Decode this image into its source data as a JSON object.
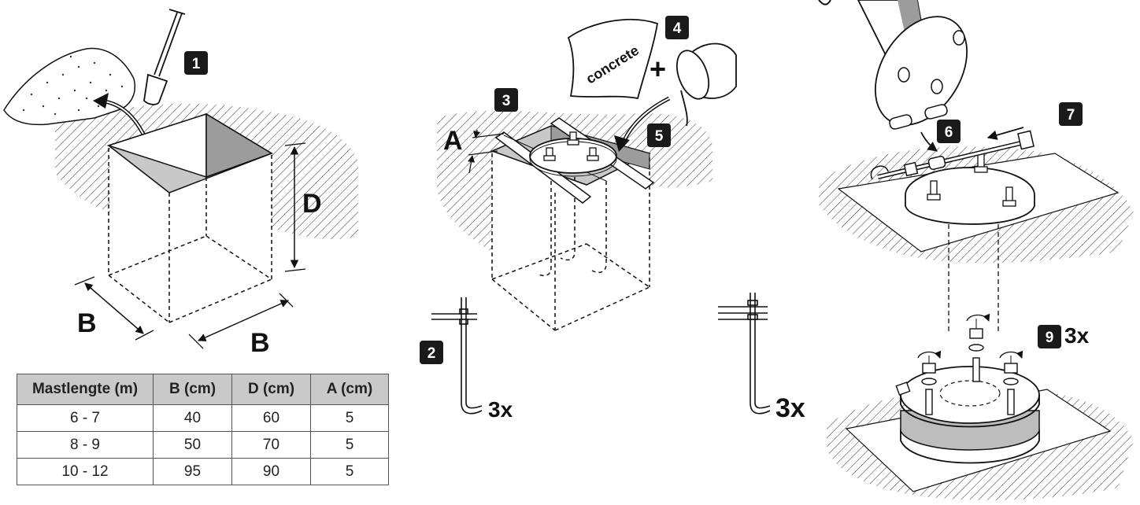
{
  "labels": {
    "b1": "B",
    "b2": "B",
    "d": "D",
    "a": "A",
    "plus": "+",
    "concrete": "concrete",
    "qty_2": "3x",
    "qty_right": "3x",
    "qty_9": "3x"
  },
  "steps": [
    "1",
    "2",
    "3",
    "4",
    "5",
    "6",
    "7",
    "9"
  ],
  "table": {
    "headers": [
      "Mastlengte (m)",
      "B (cm)",
      "D (cm)",
      "A (cm)"
    ],
    "rows": [
      [
        "6 - 7",
        "40",
        "60",
        "5"
      ],
      [
        "8 - 9",
        "50",
        "70",
        "5"
      ],
      [
        "10 - 12",
        "95",
        "90",
        "5"
      ]
    ]
  },
  "colors": {
    "ink": "#111111",
    "badge": "#1a1a1a",
    "pit": "#c8c8c8",
    "header": "#c9c9c9"
  }
}
